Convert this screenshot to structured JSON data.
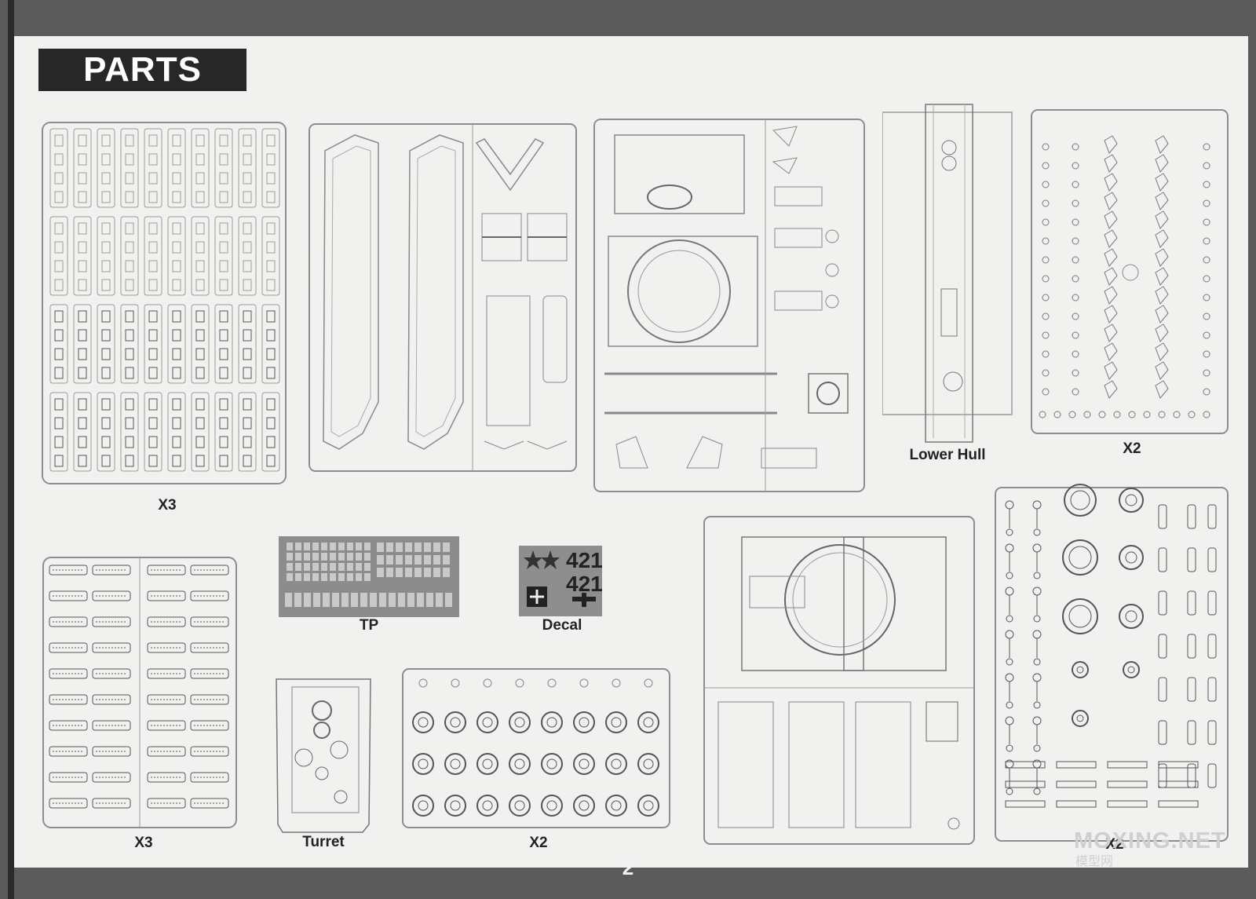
{
  "header": {
    "title": "PARTS"
  },
  "page_number": "2",
  "watermark": {
    "text": "MOXING.NET",
    "subtext": "模型网"
  },
  "labels": {
    "sprue_f_qty": "X3",
    "lower_hull": "Lower Hull",
    "sprue_e_qty": "X2",
    "tracks_qty": "X3",
    "photo_etch": "TP",
    "decal": "Decal",
    "turret": "Turret",
    "wheels_qty": "X2",
    "sprue_t_qty": "X2"
  },
  "decal_sheet": {
    "numbers": [
      "421",
      "421"
    ]
  }
}
